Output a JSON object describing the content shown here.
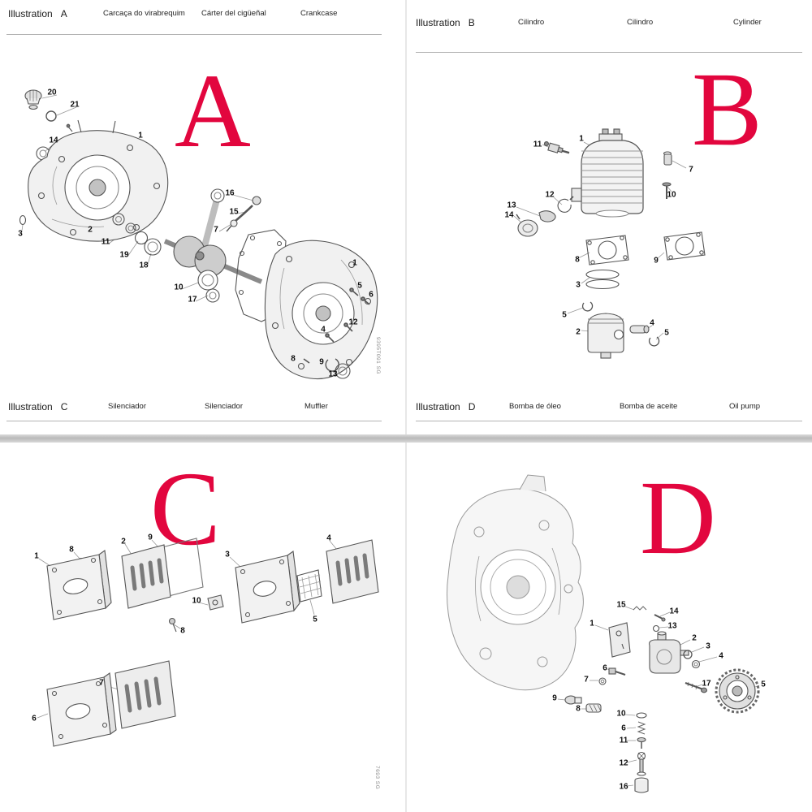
{
  "page": {
    "background": "#ffffff",
    "divider_color": "#c6c6c6",
    "accent_red": "#e2063e"
  },
  "panels": [
    {
      "id": "A",
      "letter": "A",
      "header": {
        "title_word": "Illustration",
        "captions": [
          "Carcaça do virabrequim",
          "Cárter del cigüeñal",
          "Crankcase"
        ]
      },
      "parts": [
        "20",
        "21",
        "14",
        "1",
        "3",
        "2",
        "11",
        "19",
        "18",
        "10",
        "17",
        "16",
        "15",
        "7",
        "1",
        "5",
        "6",
        "12",
        "4",
        "8",
        "9",
        "13"
      ],
      "watermark": "9395T091 SG"
    },
    {
      "id": "B",
      "letter": "B",
      "header": {
        "title_word": "Illustration",
        "captions": [
          "Cilindro",
          "Cilindro",
          "Cylinder"
        ]
      },
      "parts": [
        "11",
        "1",
        "7",
        "10",
        "12",
        "13",
        "14",
        "8",
        "9",
        "3",
        "5",
        "2",
        "4",
        "5"
      ]
    },
    {
      "id": "C",
      "letter": "C",
      "header": {
        "title_word": "Illustration",
        "captions": [
          "Silenciador",
          "Silenciador",
          "Muffler"
        ]
      },
      "parts": [
        "1",
        "8",
        "2",
        "9",
        "3",
        "4",
        "10",
        "5",
        "8",
        "6",
        "7"
      ],
      "watermark": "7693 SG"
    },
    {
      "id": "D",
      "letter": "D",
      "header": {
        "title_word": "Illustration",
        "captions": [
          "Bomba de óleo",
          "Bomba de aceite",
          "Oil pump"
        ]
      },
      "parts": [
        "15",
        "14",
        "1",
        "13",
        "2",
        "3",
        "4",
        "6",
        "7",
        "17",
        "5",
        "9",
        "8",
        "10",
        "6",
        "11",
        "12",
        "16"
      ]
    }
  ]
}
